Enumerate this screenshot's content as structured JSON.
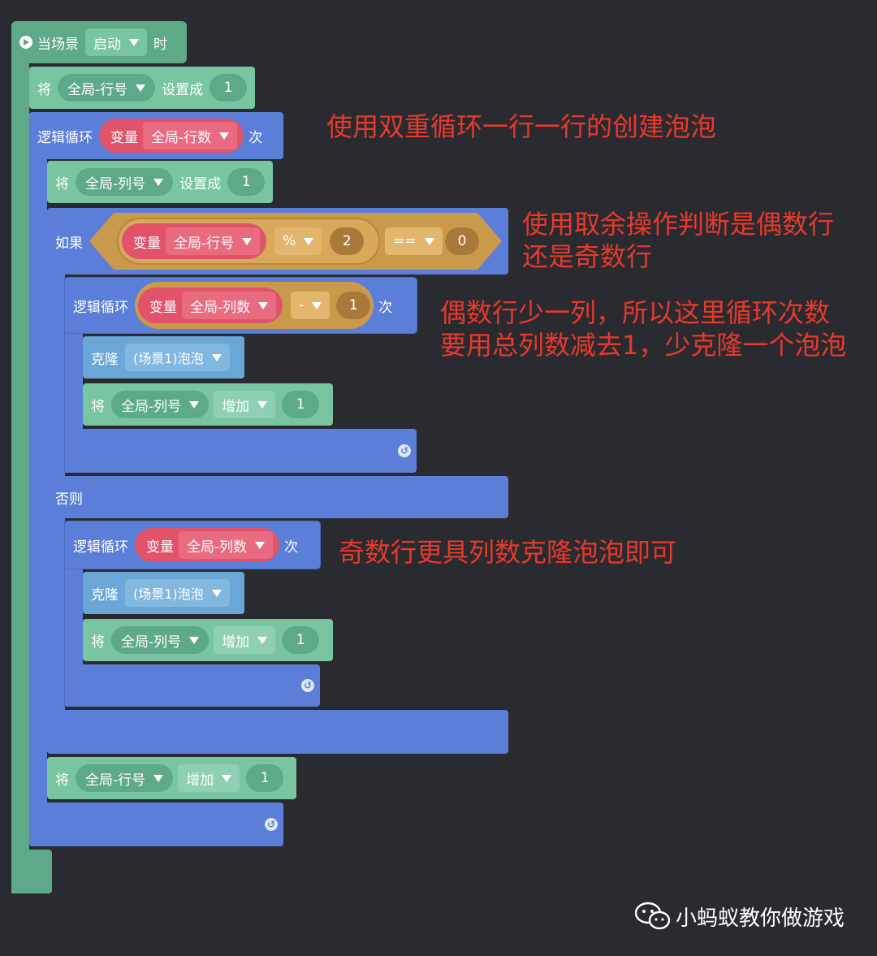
{
  "colors": {
    "background": "#2a2b30",
    "event_green": "#5ea988",
    "action_green": "#79c5a2",
    "loop_blue": "#5b7fd8",
    "variable_red": "#e0536b",
    "operator_orange": "#c99a4c",
    "annotation_red": "#e8392b"
  },
  "event": {
    "label": "当场景",
    "dropdown": "启动",
    "suffix": "时",
    "icon": "play-circle-icon"
  },
  "set_row": {
    "prefix": "将",
    "variable": "全局-行号",
    "action": "设置成",
    "value": "1"
  },
  "outer_loop": {
    "label": "逻辑循环",
    "var_label": "变量",
    "variable": "全局-行数",
    "suffix": "次"
  },
  "set_col": {
    "prefix": "将",
    "variable": "全局-列号",
    "action": "设置成",
    "value": "1"
  },
  "if_block": {
    "label": "如果",
    "var_label": "变量",
    "variable": "全局-行号",
    "operator": "%",
    "operand": "2",
    "compare": "==",
    "compare_value": "0"
  },
  "inner_loop_even": {
    "label": "逻辑循环",
    "var_label": "变量",
    "variable": "全局-列数",
    "operator": "-",
    "operand": "1",
    "suffix": "次"
  },
  "clone_even": {
    "label": "克隆",
    "target": "(场景1)泡泡"
  },
  "incr_col_even": {
    "prefix": "将",
    "variable": "全局-列号",
    "action": "增加",
    "value": "1"
  },
  "else_label": "否则",
  "inner_loop_odd": {
    "label": "逻辑循环",
    "var_label": "变量",
    "variable": "全局-列数",
    "suffix": "次"
  },
  "clone_odd": {
    "label": "克隆",
    "target": "(场景1)泡泡"
  },
  "incr_col_odd": {
    "prefix": "将",
    "variable": "全局-列号",
    "action": "增加",
    "value": "1"
  },
  "incr_row": {
    "prefix": "将",
    "variable": "全局-行号",
    "action": "增加",
    "value": "1"
  },
  "annotations": {
    "a1": "使用双重循环一行一行的创建泡泡",
    "a2_line1": "使用取余操作判断是偶数行",
    "a2_line2": "还是奇数行",
    "a3_line1": "偶数行少一列，所以这里循环次数",
    "a3_line2": "要用总列数减去1，少克隆一个泡泡",
    "a4": "奇数行更具列数克隆泡泡即可"
  },
  "watermark": {
    "icon": "wechat-icon",
    "text": "小蚂蚁教你做游戏"
  }
}
